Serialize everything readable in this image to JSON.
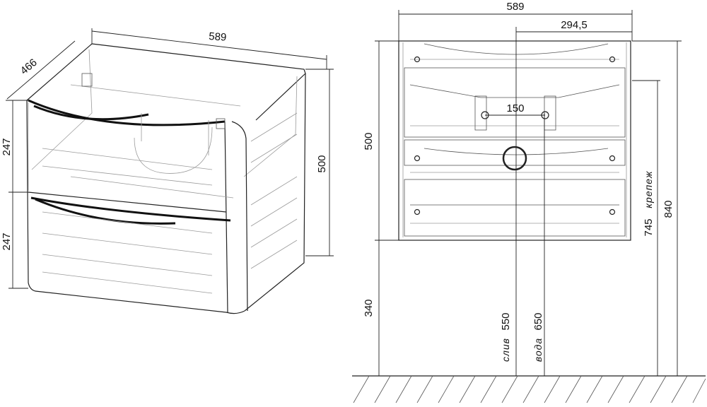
{
  "perspective": {
    "width": "589",
    "depth": "466",
    "upper_drawer": "247",
    "lower_drawer": "247",
    "height": "500"
  },
  "front": {
    "width": "589",
    "half_width": "294,5",
    "holes_spacing": "150",
    "cabinet_height": "500",
    "floor_gap": "340",
    "drain_label": "слив",
    "drain_value": "550",
    "water_label": "вода",
    "water_value": "650",
    "mount_value": "745",
    "mount_label": "крепеж",
    "total_height": "840"
  }
}
